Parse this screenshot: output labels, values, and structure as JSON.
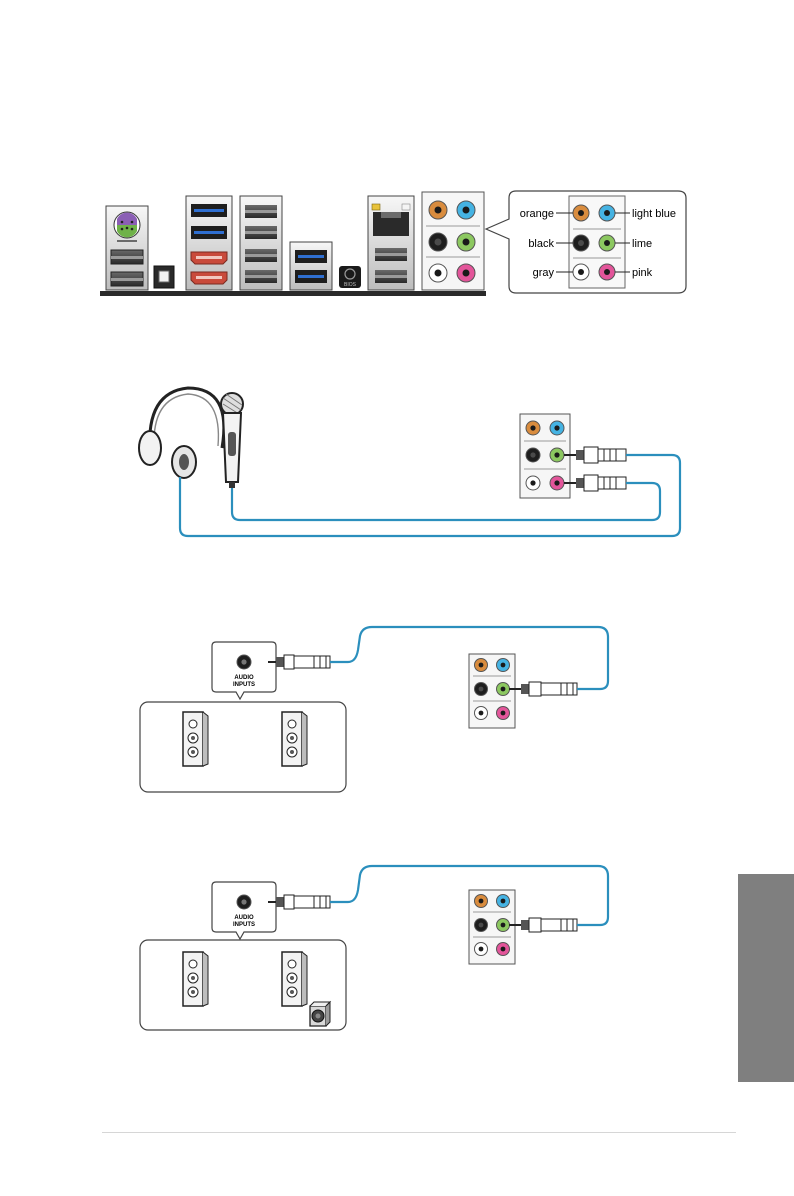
{
  "jack_legend": {
    "left_labels": [
      "orange",
      "black",
      "gray"
    ],
    "right_labels": [
      "light blue",
      "lime",
      "pink"
    ]
  },
  "io_panel": {
    "bios_label": "BIOS"
  },
  "speaker_box": {
    "line1": "AUDIO",
    "line2": "INPUTS"
  },
  "colors": {
    "orange": "#d98c3e",
    "light_blue": "#45b3e3",
    "black": "#1e1e1e",
    "lime": "#8cc860",
    "gray": "#ffffff",
    "pink": "#e3559a",
    "usb3_blue": "#2f6fd1",
    "esata_red": "#c94a3b",
    "ps2_purple": "#8b5fb5",
    "ps2_green": "#6fb248",
    "cable": "#2b8fbd",
    "side_tab": "#7f7f7f"
  }
}
